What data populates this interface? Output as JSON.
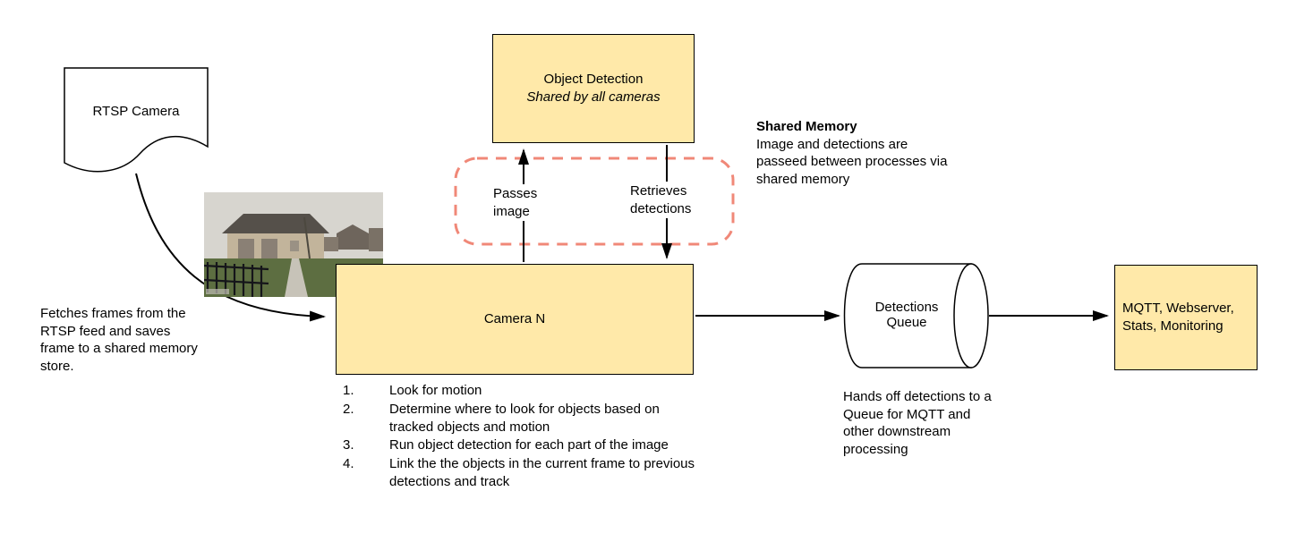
{
  "diagram": {
    "rtsp_camera": {
      "label": "RTSP Camera"
    },
    "object_detection": {
      "title": "Object Detection",
      "subtitle": "Shared by all cameras"
    },
    "shared_memory_note": {
      "title": "Shared Memory",
      "body": "Image and detections are passeed between processes via shared memory"
    },
    "passes_image_label": "Passes image",
    "retrieves_detections_label": "Retrieves detections",
    "camera_n": {
      "label": "Camera N"
    },
    "fetch_note": "Fetches frames from the RTSP feed and saves frame to a shared memory store.",
    "steps": [
      {
        "num": "1.",
        "text": "Look for motion"
      },
      {
        "num": "2.",
        "text": "Determine where to look for objects based on tracked objects and motion"
      },
      {
        "num": "3.",
        "text": "Run object detection for each part of the image"
      },
      {
        "num": "4.",
        "text": "Link the the objects in the current frame to previous detections and track"
      }
    ],
    "detections_queue": {
      "label": "Detections Queue"
    },
    "queue_note": "Hands off detections to a Queue for MQTT and other downstream processing",
    "mqtt_box": {
      "label": "MQTT, Webserver, Stats, Monitoring"
    },
    "colors": {
      "box_fill": "#FFE9A9",
      "box_border": "#000000",
      "shared_memory_dashed": "#F08878",
      "arrow": "#000000"
    }
  }
}
